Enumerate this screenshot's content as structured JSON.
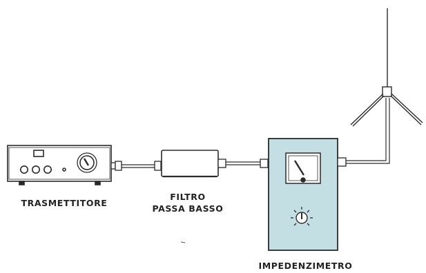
{
  "labels": {
    "transmitter": "TRASMETTITORE",
    "filter_line1": "FILTRO",
    "filter_line2": "PASSA BASSO",
    "meter": "IMPEDENZIMETRO"
  },
  "colors": {
    "ink": "#2a2a2a",
    "meter_panel": "#c3dfe4",
    "background": "#ffffff"
  }
}
